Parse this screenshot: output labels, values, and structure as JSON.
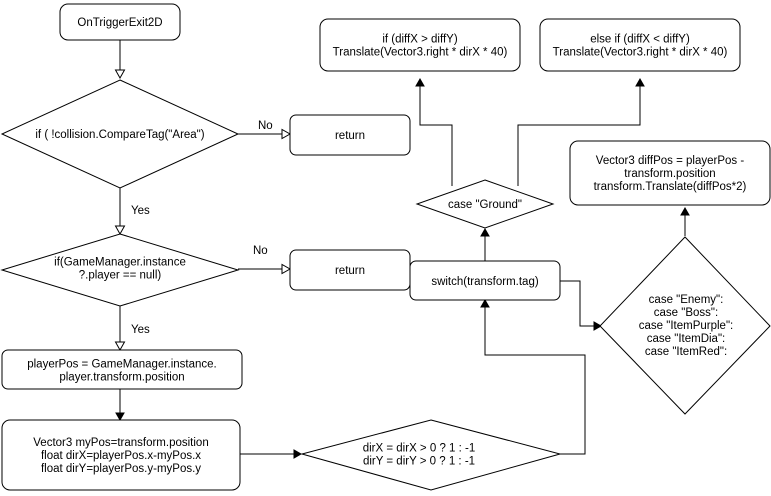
{
  "nodes": {
    "start": [
      "OnTriggerExit2D"
    ],
    "cond_area": [
      "if ( !collision.CompareTag(\"Area\")"
    ],
    "return_1": [
      "return"
    ],
    "cond_player": [
      "if(GameManager.instance",
      "?.player == null)"
    ],
    "return_2": [
      "return"
    ],
    "player_pos": [
      "playerPos = GameManager.instance.",
      "player.transform.position"
    ],
    "my_pos": [
      "Vector3 myPos=transform.position",
      "float dirX=playerPos.x-myPos.x",
      "float dirY=playerPos.y-myPos.y"
    ],
    "dir_calc": [
      "dirX = dirX > 0 ? 1 : -1",
      "dirY = dirY > 0 ? 1 : -1"
    ],
    "switch_tag": [
      "switch(transform.tag)"
    ],
    "case_ground": [
      "case \"Ground\""
    ],
    "translate_x": [
      "if (diffX > diffY)",
      "Translate(Vector3.right * dirX * 40)"
    ],
    "translate_y": [
      "else if (diffX < diffY)",
      "Translate(Vector3.right * dirX * 40)"
    ],
    "case_enemy": [
      "case \"Enemy\":",
      "case \"Boss\":",
      "case \"ItemPurple\":",
      "case \"ItemDia\":",
      "case \"ItemRed\":"
    ],
    "diff_pos": [
      "Vector3 diffPos = playerPos -",
      "transform.position",
      "transform.Translate(diffPos*2)"
    ]
  },
  "edge_labels": {
    "area_no": "No",
    "area_yes": "Yes",
    "player_no": "No",
    "player_yes": "Yes"
  }
}
